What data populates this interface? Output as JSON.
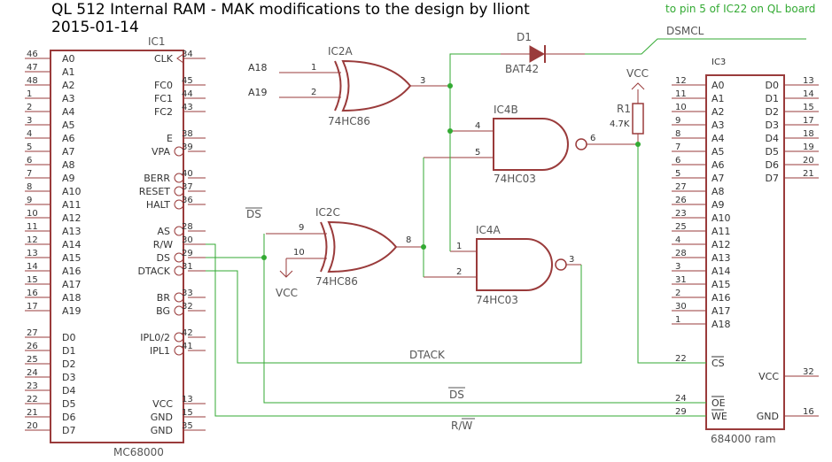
{
  "title_line1": "QL 512 Internal RAM - MAK modifications to the design by lliont",
  "title_line2": "2015-01-14",
  "note": "to pin 5 of IC22 on QL board",
  "net_dsmcl": "DSMCL",
  "net_dtack": "DTACK",
  "net_ds": "DS",
  "net_rw": "R/W",
  "net_ds_gate": "DS",
  "vcc": "VCC",
  "ic1": {
    "name": "IC1",
    "type": "MC68000",
    "left_pins": [
      {
        "num": "46",
        "label": "A0"
      },
      {
        "num": "47",
        "label": "A1"
      },
      {
        "num": "48",
        "label": "A2"
      },
      {
        "num": "1",
        "label": "A3"
      },
      {
        "num": "2",
        "label": "A4"
      },
      {
        "num": "3",
        "label": "A5"
      },
      {
        "num": "4",
        "label": "A6"
      },
      {
        "num": "5",
        "label": "A7"
      },
      {
        "num": "6",
        "label": "A8"
      },
      {
        "num": "7",
        "label": "A9"
      },
      {
        "num": "8",
        "label": "A10"
      },
      {
        "num": "9",
        "label": "A11"
      },
      {
        "num": "10",
        "label": "A12"
      },
      {
        "num": "11",
        "label": "A13"
      },
      {
        "num": "12",
        "label": "A14"
      },
      {
        "num": "13",
        "label": "A15"
      },
      {
        "num": "14",
        "label": "A16"
      },
      {
        "num": "15",
        "label": "A17"
      },
      {
        "num": "16",
        "label": "A18"
      },
      {
        "num": "17",
        "label": "A19"
      },
      {
        "num": "27",
        "label": "D0"
      },
      {
        "num": "26",
        "label": "D1"
      },
      {
        "num": "25",
        "label": "D2"
      },
      {
        "num": "24",
        "label": "D3"
      },
      {
        "num": "23",
        "label": "D4"
      },
      {
        "num": "22",
        "label": "D5"
      },
      {
        "num": "21",
        "label": "D6"
      },
      {
        "num": "20",
        "label": "D7"
      }
    ],
    "right_pins": [
      {
        "num": "34",
        "label": "CLK"
      },
      {
        "num": "45",
        "label": "FC0"
      },
      {
        "num": "44",
        "label": "FC1"
      },
      {
        "num": "43",
        "label": "FC2"
      },
      {
        "num": "38",
        "label": "E"
      },
      {
        "num": "39",
        "label": "VPA"
      },
      {
        "num": "40",
        "label": "BERR"
      },
      {
        "num": "37",
        "label": "RESET"
      },
      {
        "num": "36",
        "label": "HALT"
      },
      {
        "num": "28",
        "label": "AS"
      },
      {
        "num": "30",
        "label": "R/W"
      },
      {
        "num": "29",
        "label": "DS"
      },
      {
        "num": "31",
        "label": "DTACK"
      },
      {
        "num": "33",
        "label": "BR"
      },
      {
        "num": "32",
        "label": "BG"
      },
      {
        "num": "42",
        "label": "IPL0/2"
      },
      {
        "num": "41",
        "label": "IPL1"
      },
      {
        "num": "13",
        "label": "VCC"
      },
      {
        "num": "15",
        "label": "GND"
      },
      {
        "num": "35",
        "label": "GND"
      }
    ]
  },
  "ic3": {
    "name": "IC3",
    "type": "684000 ram",
    "left_pins": [
      {
        "num": "12",
        "label": "A0"
      },
      {
        "num": "11",
        "label": "A1"
      },
      {
        "num": "10",
        "label": "A2"
      },
      {
        "num": "9",
        "label": "A3"
      },
      {
        "num": "8",
        "label": "A4"
      },
      {
        "num": "7",
        "label": "A5"
      },
      {
        "num": "6",
        "label": "A6"
      },
      {
        "num": "5",
        "label": "A7"
      },
      {
        "num": "27",
        "label": "A8"
      },
      {
        "num": "26",
        "label": "A9"
      },
      {
        "num": "23",
        "label": "A10"
      },
      {
        "num": "25",
        "label": "A11"
      },
      {
        "num": "4",
        "label": "A12"
      },
      {
        "num": "28",
        "label": "A13"
      },
      {
        "num": "3",
        "label": "A14"
      },
      {
        "num": "31",
        "label": "A15"
      },
      {
        "num": "2",
        "label": "A16"
      },
      {
        "num": "30",
        "label": "A17"
      },
      {
        "num": "1",
        "label": "A18"
      },
      {
        "num": "22",
        "label": "CS"
      },
      {
        "num": "24",
        "label": "OE"
      },
      {
        "num": "29",
        "label": "WE"
      }
    ],
    "right_pins": [
      {
        "num": "13",
        "label": "D0"
      },
      {
        "num": "14",
        "label": "D1"
      },
      {
        "num": "15",
        "label": "D2"
      },
      {
        "num": "17",
        "label": "D3"
      },
      {
        "num": "18",
        "label": "D4"
      },
      {
        "num": "19",
        "label": "D5"
      },
      {
        "num": "20",
        "label": "D6"
      },
      {
        "num": "21",
        "label": "D7"
      },
      {
        "num": "32",
        "label": "VCC"
      },
      {
        "num": "16",
        "label": "GND"
      }
    ]
  },
  "ic2a": {
    "name": "IC2A",
    "type": "74HC86",
    "in1_net": "A18",
    "in2_net": "A19",
    "in1": "1",
    "in2": "2",
    "out": "3"
  },
  "ic2c": {
    "name": "IC2C",
    "type": "74HC86",
    "in1": "9",
    "in2": "10",
    "out": "8"
  },
  "ic4a": {
    "name": "IC4A",
    "type": "74HC03",
    "in1": "1",
    "in2": "2",
    "out": "3"
  },
  "ic4b": {
    "name": "IC4B",
    "type": "74HC03",
    "in1": "4",
    "in2": "5",
    "out": "6"
  },
  "d1": {
    "name": "D1",
    "type": "BAT42"
  },
  "r1": {
    "name": "R1",
    "value": "4.7K"
  }
}
